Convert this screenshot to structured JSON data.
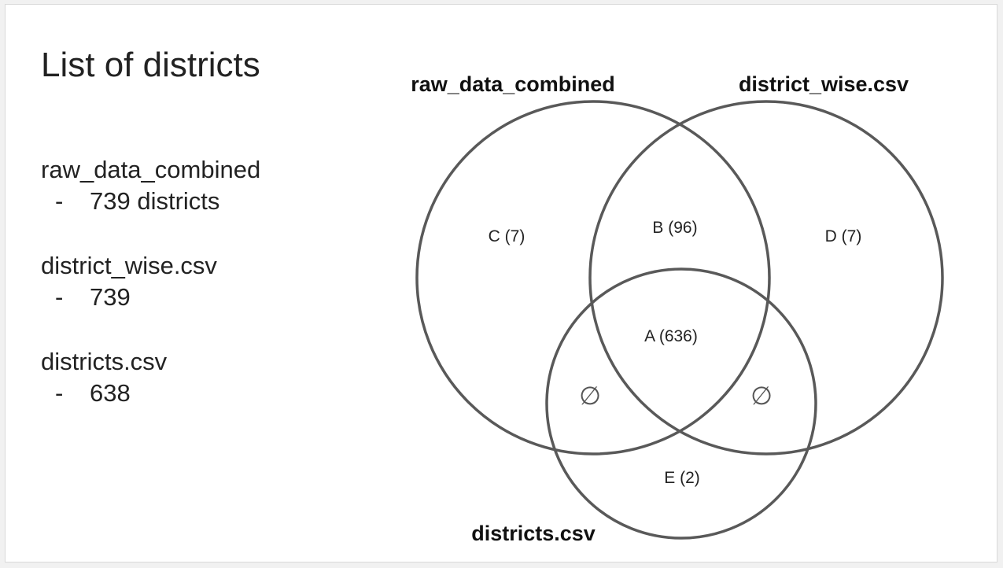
{
  "slide": {
    "title": "List of districts",
    "list": [
      {
        "name": "raw_data_combined",
        "dash": "-",
        "value": "739 districts"
      },
      {
        "name": "district_wise.csv",
        "dash": "-",
        "value": "739"
      },
      {
        "name": "districts.csv",
        "dash": "-",
        "value": "638"
      }
    ]
  },
  "venn": {
    "sets": {
      "raw_data_combined": "raw_data_combined",
      "district_wise": "district_wise.csv",
      "districts": "districts.csv"
    },
    "regions": {
      "A": "A (636)",
      "B": "B (96)",
      "C": "C (7)",
      "D": "D (7)",
      "E": "E (2)",
      "empty_left": "∅",
      "empty_right": "∅"
    },
    "colors": {
      "circle_stroke": "#595959"
    }
  }
}
